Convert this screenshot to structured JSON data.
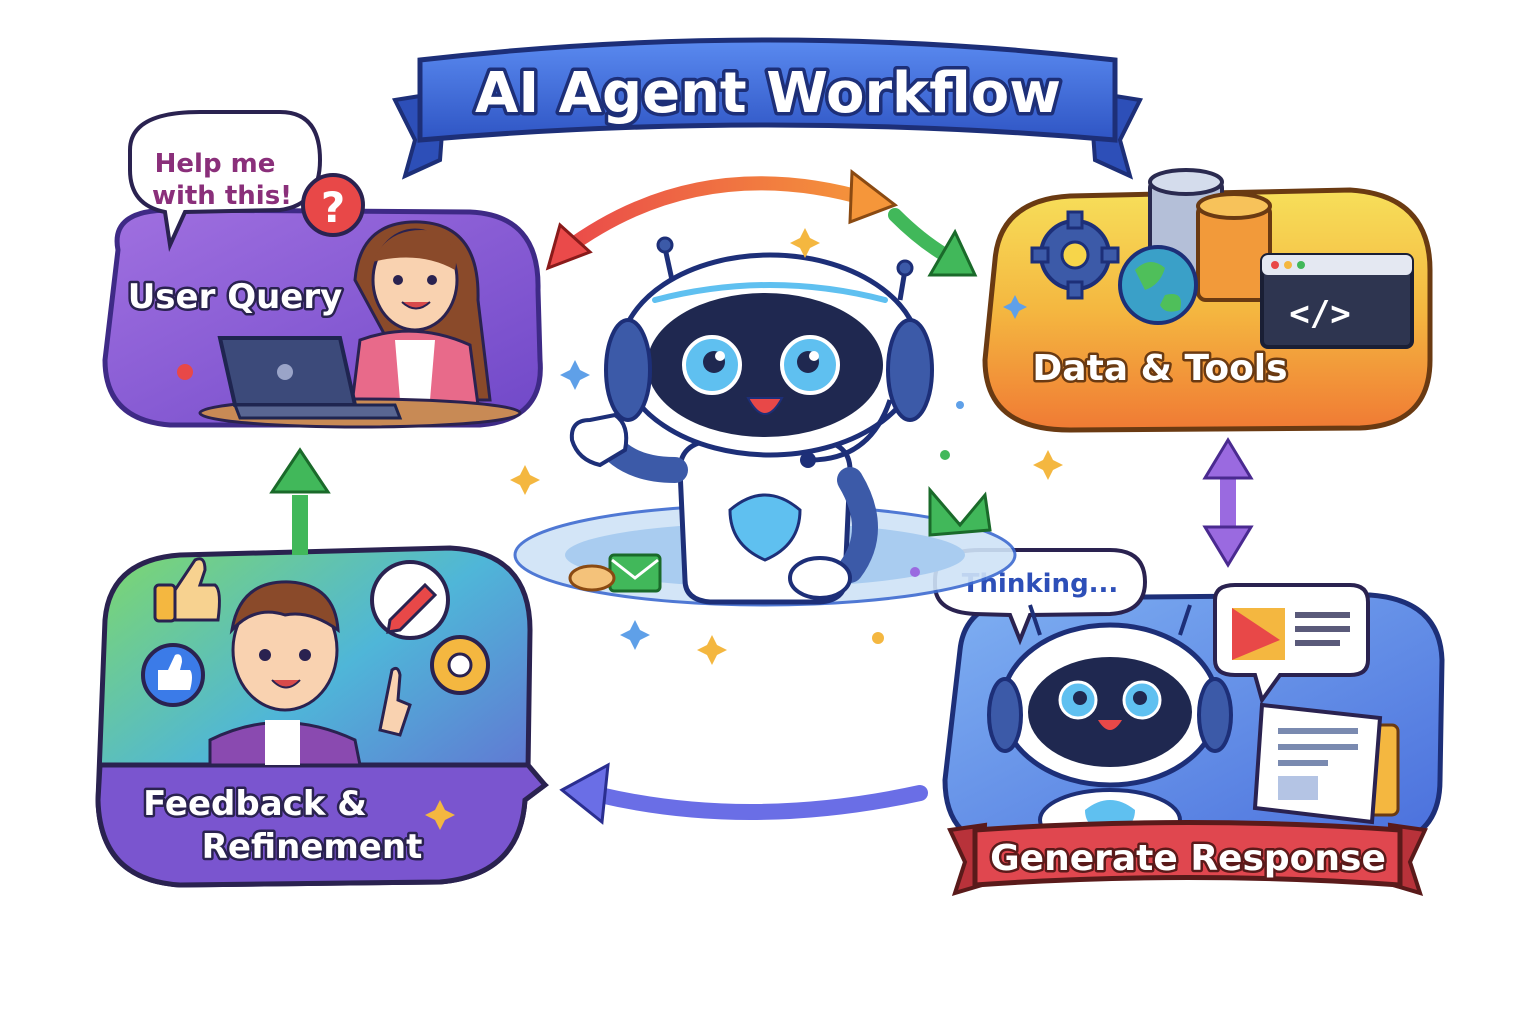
{
  "title": "AI Agent Workflow",
  "nodes": {
    "user_query": {
      "label": "User Query",
      "speech": [
        "Help me",
        "with this!"
      ]
    },
    "data_tools": {
      "label": "Data & Tools"
    },
    "generate_response": {
      "label": "Generate Response",
      "speech": "Thinking..."
    },
    "feedback": {
      "label_line1": "Feedback &",
      "label_line2": "Refinement"
    }
  },
  "colors": {
    "banner": "#3f6fd8",
    "user_query_panel": "#8e5fd6",
    "data_tools_top": "#f7d54a",
    "data_tools_bottom": "#f2873a",
    "generate_panel": "#5b8ee8",
    "generate_ribbon": "#e0474f",
    "feedback_top": "#6fcf6a",
    "feedback_bottom": "#7a55cf",
    "arrow_orange": "#f08a3a",
    "arrow_red": "#ea4a4a",
    "arrow_green": "#41b85a",
    "arrow_purple": "#9a6ae0",
    "arrow_blue": "#6a6ee6"
  },
  "icons": [
    "question-icon",
    "laptop-icon",
    "gear-icon",
    "database-icon",
    "globe-icon",
    "code-window-icon",
    "thumbs-up-icon",
    "pencil-icon",
    "document-icon",
    "image-icon",
    "heart-icon",
    "mail-icon",
    "sparkle-icon"
  ]
}
